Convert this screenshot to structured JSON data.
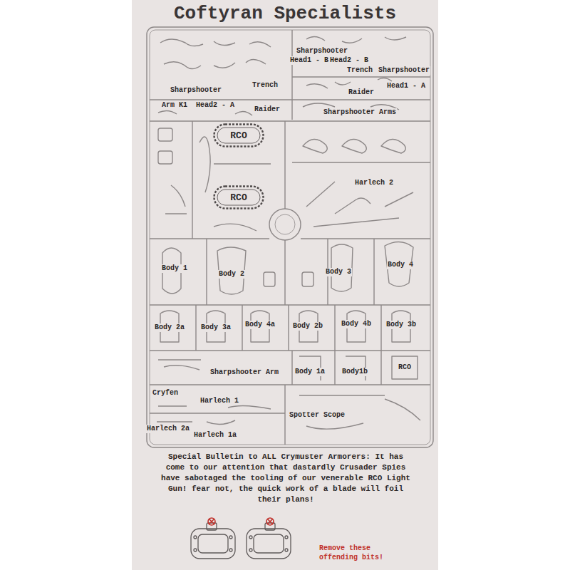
{
  "diagram": {
    "title": "Coftyran Specialists",
    "nodes": [
      {
        "text": [
          "RCO"
        ]
      },
      {
        "text": [
          "RCO"
        ]
      }
    ],
    "labels": [
      "Sharpshooter",
      "Head1 - B",
      "Head2 - B",
      "Trench",
      "Sharpshooter",
      "Raider",
      "Head1 - A",
      "Sharpshooter",
      "Trench",
      "Arm K1",
      "Head2 - A",
      "Raider",
      "Sharpshooter Arms",
      "Harlech 2",
      "Body 1",
      "Body 2",
      "Body 3",
      "Body 4",
      "Body 2a",
      "Body 3a",
      "Body 4a",
      "Body 2b",
      "Body 4b",
      "Body 3b",
      "Sharpshooter Arm",
      "Body 1a",
      "Body1b",
      "RCO",
      "Cryfen",
      "Harlech 1",
      "Spotter Scope",
      "Harlech 2a",
      "Harlech 1a",
      "Special Bulletin to ALL Crymuster Armorers: It has come to our attention that dastardly Crusader Spies have sabotaged the tooling of our venerable RCO Light Gun! fear not, the quick work of a blade will foil their plans!",
      "Remove these offending bits!"
    ]
  }
}
